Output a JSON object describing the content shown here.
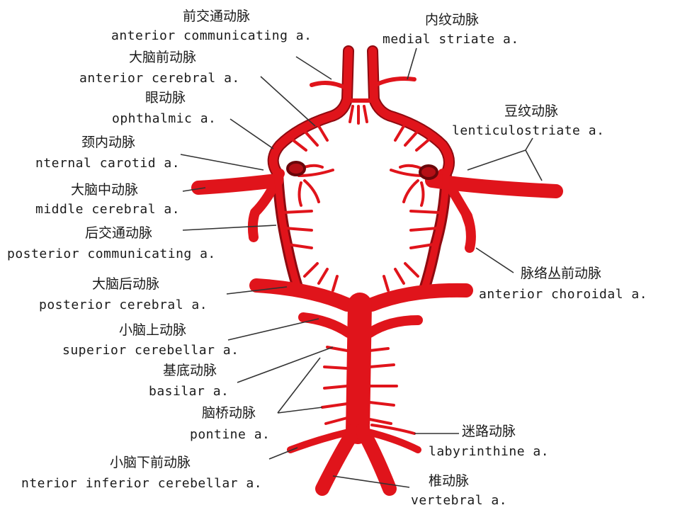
{
  "colors": {
    "artery": "#e0141b",
    "artery_dark": "#8f0a10",
    "leader": "#333333",
    "text": "#1a1a1a"
  },
  "labels": {
    "anterior_communicating": {
      "zh": "前交通动脉",
      "en": "anterior communicating a."
    },
    "medial_striate": {
      "zh": "内纹动脉",
      "en": "medial striate a."
    },
    "anterior_cerebral": {
      "zh": "大脑前动脉",
      "en": "anterior cerebral a."
    },
    "ophthalmic": {
      "zh": "眼动脉",
      "en": "ophthalmic a."
    },
    "lenticulostriate": {
      "zh": "豆纹动脉",
      "en": "lenticulostriate a."
    },
    "internal_carotid": {
      "zh": "颈内动脉",
      "en": "nternal carotid a."
    },
    "middle_cerebral": {
      "zh": "大脑中动脉",
      "en": "middle cerebral a."
    },
    "posterior_communicating": {
      "zh": "后交通动脉",
      "en": "posterior communicating a."
    },
    "anterior_choroidal": {
      "zh": "脉络丛前动脉",
      "en": "anterior choroidal a."
    },
    "posterior_cerebral": {
      "zh": "大脑后动脉",
      "en": "posterior cerebral a."
    },
    "superior_cerebellar": {
      "zh": "小脑上动脉",
      "en": "superior cerebellar a."
    },
    "basilar": {
      "zh": "基底动脉",
      "en": "basilar a."
    },
    "pontine": {
      "zh": "脑桥动脉",
      "en": "pontine a."
    },
    "labyrinthine": {
      "zh": "迷路动脉",
      "en": "labyrinthine a."
    },
    "anterior_inferior_cerebellar": {
      "zh": "小脑下前动脉",
      "en": "nterior inferior cerebellar a."
    },
    "vertebral": {
      "zh": "椎动脉",
      "en": "vertebral a."
    }
  }
}
